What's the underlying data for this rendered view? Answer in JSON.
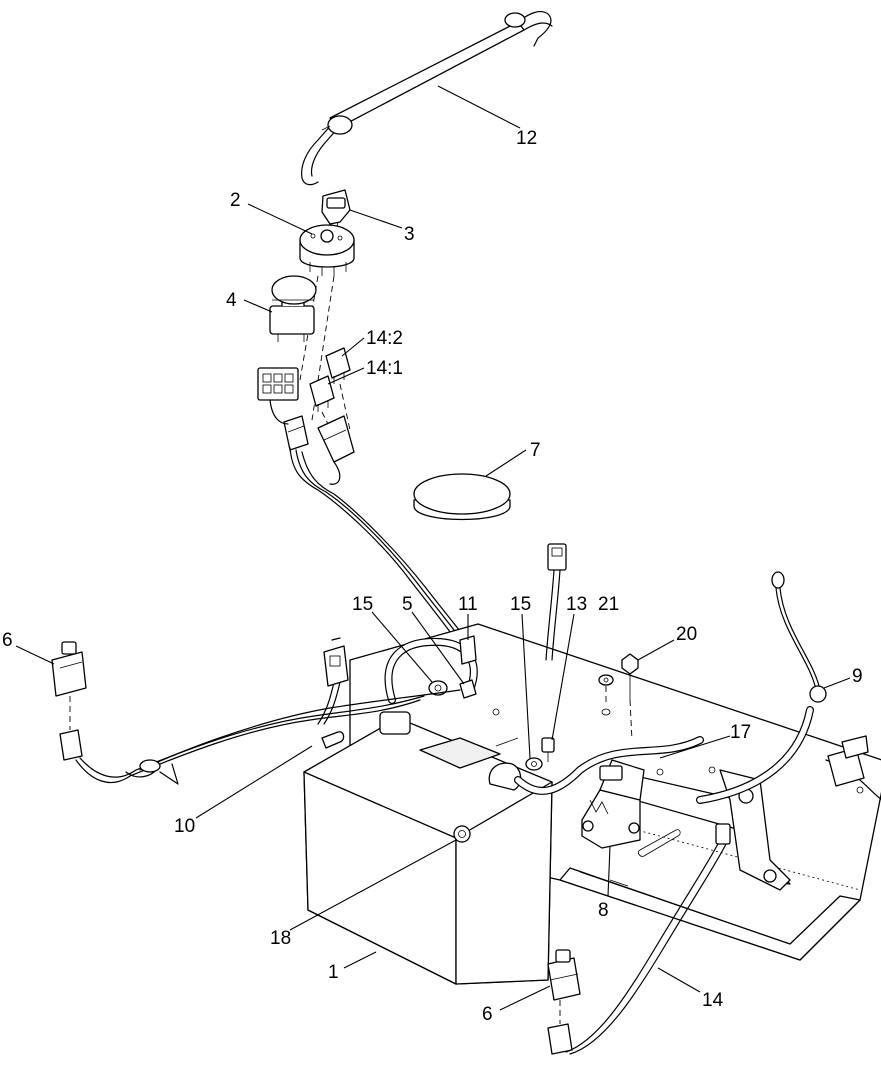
{
  "callouts": [
    {
      "id": "callout-12",
      "label": "12"
    },
    {
      "id": "callout-2",
      "label": "2"
    },
    {
      "id": "callout-3",
      "label": "3"
    },
    {
      "id": "callout-4",
      "label": "4"
    },
    {
      "id": "callout-14-2",
      "label": "14:2"
    },
    {
      "id": "callout-14-1",
      "label": "14:1"
    },
    {
      "id": "callout-7",
      "label": "7"
    },
    {
      "id": "callout-6-left",
      "label": "6"
    },
    {
      "id": "callout-15-left",
      "label": "15"
    },
    {
      "id": "callout-5",
      "label": "5"
    },
    {
      "id": "callout-11",
      "label": "11"
    },
    {
      "id": "callout-15-right",
      "label": "15"
    },
    {
      "id": "callout-13",
      "label": "13"
    },
    {
      "id": "callout-21",
      "label": "21"
    },
    {
      "id": "callout-20",
      "label": "20"
    },
    {
      "id": "callout-9",
      "label": "9"
    },
    {
      "id": "callout-17",
      "label": "17"
    },
    {
      "id": "callout-10",
      "label": "10"
    },
    {
      "id": "callout-8",
      "label": "8"
    },
    {
      "id": "callout-18",
      "label": "18"
    },
    {
      "id": "callout-1",
      "label": "1"
    },
    {
      "id": "callout-14",
      "label": "14"
    },
    {
      "id": "callout-6-bottom",
      "label": "6"
    }
  ]
}
